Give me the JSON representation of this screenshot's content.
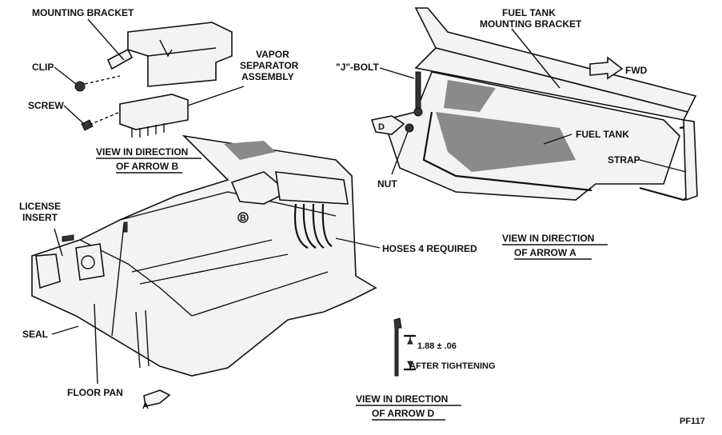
{
  "labels": {
    "mounting_bracket": "MOUNTING BRACKET",
    "clip": "CLIP",
    "screw": "SCREW",
    "vapor_1": "VAPOR",
    "vapor_2": "SEPARATOR",
    "vapor_3": "ASSEMBLY",
    "view_b_1": "VIEW IN DIRECTION",
    "view_b_2": "OF ARROW B",
    "fuel_tank_bracket_1": "FUEL TANK",
    "fuel_tank_bracket_2": "MOUNTING BRACKET",
    "j_bolt": "\"J\"-BOLT",
    "fwd": "FWD",
    "fuel_tank": "FUEL TANK",
    "strap": "STRAP",
    "nut": "NUT",
    "license_1": "LICENSE",
    "license_2": "INSERT",
    "hoses": "HOSES 4 REQUIRED",
    "view_a_1": "VIEW IN DIRECTION",
    "view_a_2": "OF ARROW A",
    "seal": "SEAL",
    "dimension": "1.88 ± .06",
    "after_tightening": "AFTER TIGHTENING",
    "floor_pan": "FLOOR PAN",
    "view_d_1": "VIEW IN DIRECTION",
    "view_d_2": "OF ARROW D",
    "figure_code": "PF117",
    "arrow_a": "A",
    "arrow_b": "B",
    "arrow_d": "D"
  }
}
